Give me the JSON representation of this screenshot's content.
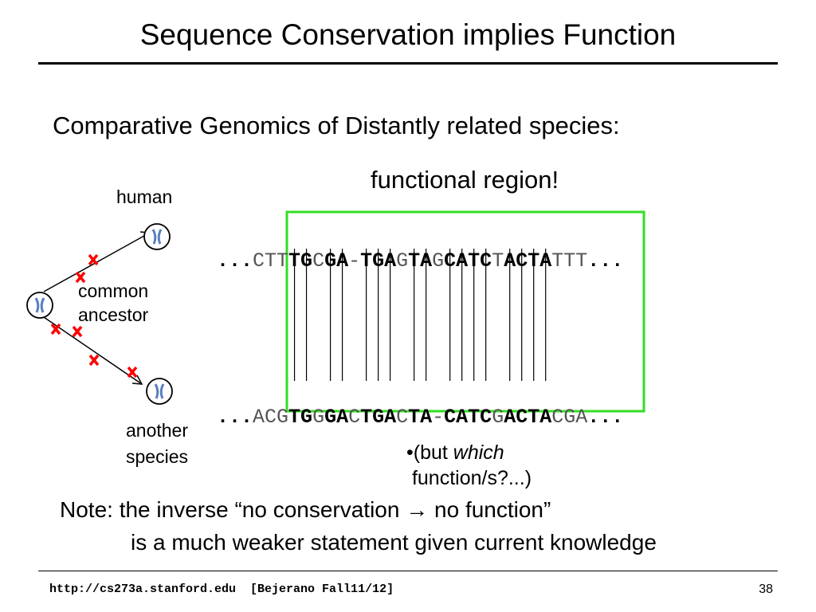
{
  "slide": {
    "title": "Sequence Conservation implies Function",
    "subtitle": "Comparative Genomics of Distantly related species:",
    "functional_label": "functional region!"
  },
  "tree": {
    "human_label": "human",
    "ancestor_label_line1": "common",
    "ancestor_label_line2": "ancestor",
    "other_label_line1": "another",
    "other_label_line2": "species",
    "mutation_marker_color": "#ff0000",
    "node_icon": "chromosome-icon"
  },
  "alignment": {
    "prefix": "...",
    "suffix": "...",
    "human_segments": [
      {
        "t": "CTT",
        "bold": false
      },
      {
        "t": "TG",
        "bold": true
      },
      {
        "t": "C",
        "bold": false
      },
      {
        "t": "GA",
        "bold": true
      },
      {
        "t": "-",
        "bold": false
      },
      {
        "t": "TGA",
        "bold": true
      },
      {
        "t": "G",
        "bold": false
      },
      {
        "t": "TA",
        "bold": true
      },
      {
        "t": "G",
        "bold": false
      },
      {
        "t": "CATC",
        "bold": true
      },
      {
        "t": "T",
        "bold": false
      },
      {
        "t": "ACTA",
        "bold": true
      },
      {
        "t": "TTT",
        "bold": false
      }
    ],
    "other_segments": [
      {
        "t": "ACG",
        "bold": false
      },
      {
        "t": "TG",
        "bold": true
      },
      {
        "t": "G",
        "bold": false
      },
      {
        "t": "GA",
        "bold": true
      },
      {
        "t": "C",
        "bold": false
      },
      {
        "t": "TGA",
        "bold": true
      },
      {
        "t": "C",
        "bold": false
      },
      {
        "t": "TA",
        "bold": true
      },
      {
        "t": "-",
        "bold": false
      },
      {
        "t": "CATC",
        "bold": true
      },
      {
        "t": "G",
        "bold": false
      },
      {
        "t": "ACTA",
        "bold": true
      },
      {
        "t": "CGA",
        "bold": false
      }
    ],
    "box_color": "#33dd22"
  },
  "bullet": {
    "prefix": "•(but ",
    "emph": "which",
    "line2": " function/s?...)"
  },
  "note": {
    "line1_a": "Note: the inverse “no conservation ",
    "arrow": "→",
    "line1_b": " no function”",
    "line2": "is a much weaker statement given current knowledge"
  },
  "footer": {
    "url": "http://cs273a.stanford.edu  [Bejerano Fall11/12]",
    "page_number": "38"
  }
}
